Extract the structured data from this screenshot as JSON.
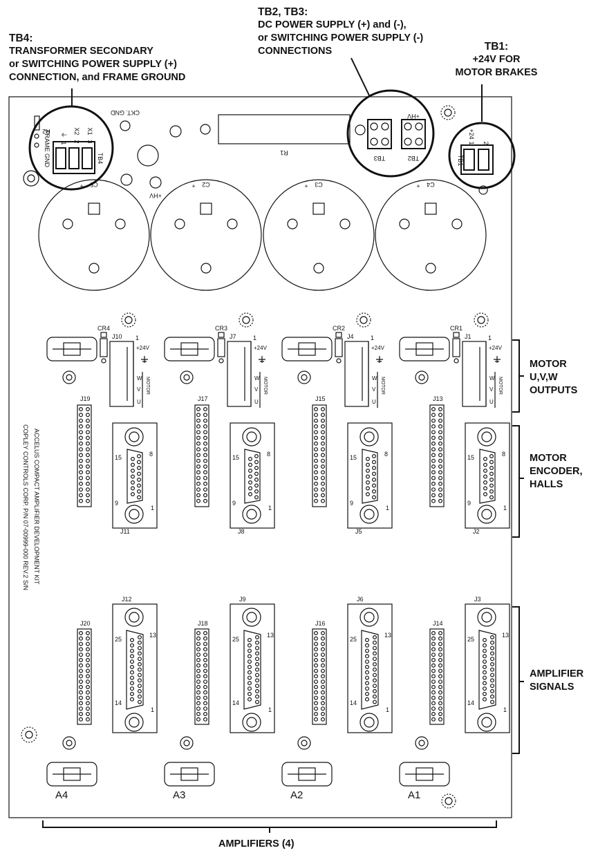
{
  "callouts": {
    "tb4": {
      "heading": "TB4:",
      "lines": [
        "TRANSFORMER SECONDARY",
        "or SWITCHING POWER SUPPLY (+)",
        "CONNECTION, and FRAME GROUND"
      ]
    },
    "tb2_tb3": {
      "heading": "TB2, TB3:",
      "lines": [
        "DC POWER SUPPLY (+) and (-),",
        "or SWITCHING POWER SUPPLY (-)",
        "CONNECTIONS"
      ]
    },
    "tb1": {
      "heading": "TB1:",
      "lines": [
        "+24V FOR",
        "MOTOR BRAKES"
      ]
    },
    "motor_outputs": [
      "MOTOR",
      "U,V,W",
      "OUTPUTS"
    ],
    "motor_encoder": [
      "MOTOR",
      "ENCODER,",
      "HALLS"
    ],
    "amp_signals": [
      "AMPLIFIER",
      "SIGNALS"
    ],
    "amplifiers": "AMPLIFIERS (4)"
  },
  "board": {
    "top_labels": {
      "ckt_gnd": "CKT. GND",
      "r1": "R1",
      "r2": "R2",
      "frame_gnd": "FRAME GND",
      "tb4": "TB4",
      "tb3": "TB3",
      "tb2": "TB2",
      "tb1": "TB1",
      "hv_plus": "+HV",
      "plus24": "+24",
      "tb4_pins": [
        "X1",
        "X2",
        "⏚"
      ],
      "tb4_nums": [
        "3",
        "2",
        "1"
      ],
      "tb1_pins": [
        "2",
        "1"
      ]
    },
    "capacitors": [
      "C5",
      "C2",
      "C3",
      "C4"
    ],
    "cap_polarity": "+",
    "silkscreen": [
      "ACCELUS COMPACT AMPLIFIER DEVELOPMENT KIT",
      "COPLEY CONTROLS CORP.    P/N 07-00999-000 REV.2   S/N"
    ],
    "amplifier_blocks": [
      {
        "label": "A4",
        "diode": "CR4",
        "motor_conn": "J10",
        "header_top": "J19",
        "db15": "J11",
        "db25": "J12",
        "header_bottom": "J20"
      },
      {
        "label": "A3",
        "diode": "CR3",
        "motor_conn": "J7",
        "header_top": "J17",
        "db15": "J8",
        "db25": "J9",
        "header_bottom": "J18"
      },
      {
        "label": "A2",
        "diode": "CR2",
        "motor_conn": "J4",
        "header_top": "J15",
        "db15": "J5",
        "db25": "J6",
        "header_bottom": "J16"
      },
      {
        "label": "A1",
        "diode": "CR1",
        "motor_conn": "J1",
        "header_top": "J13",
        "db15": "J2",
        "db25": "J3",
        "header_bottom": "J14"
      }
    ],
    "motor_pins": {
      "p24": "+24V",
      "w": "W",
      "v": "V",
      "u": "U",
      "motor": "MOTOR",
      "one": "1"
    },
    "db15_pins": {
      "a": "15",
      "b": "8",
      "c": "9",
      "d": "1"
    },
    "db25_pins": {
      "a": "25",
      "b": "13",
      "c": "14",
      "d": "1"
    }
  }
}
